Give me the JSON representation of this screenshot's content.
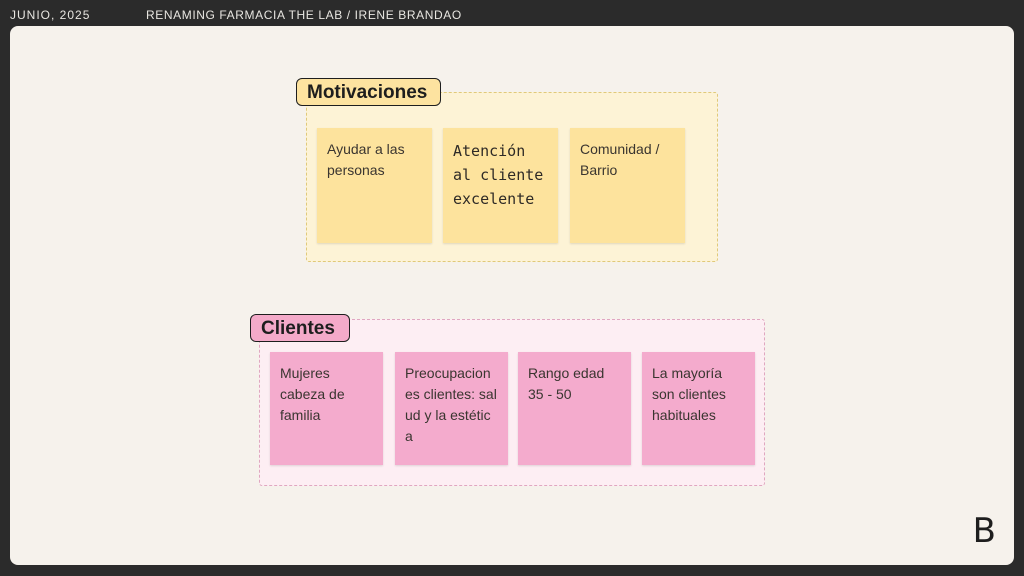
{
  "header": {
    "date": "JUNIO, 2025",
    "title": "RENAMING FARMACIA THE LAB / IRENE BRANDAO"
  },
  "sections": {
    "motivaciones": {
      "label": "Motivaciones",
      "notes": [
        "Ayudar a las personas",
        "Atención al cliente excelente",
        "Comunidad / Barrio"
      ]
    },
    "clientes": {
      "label": "Clientes",
      "notes": [
        "Mujeres cabeza de familia",
        "Preocupaciones clientes: salud y la estética",
        "Rango edad 35 - 50",
        "La mayoría son clientes habituales"
      ]
    }
  },
  "logo": "B",
  "colors": {
    "background": "#2b2b2b",
    "board": "#f6f2ec",
    "sticky_yellow": "#fde39d",
    "sticky_pink": "#f4abcd"
  }
}
